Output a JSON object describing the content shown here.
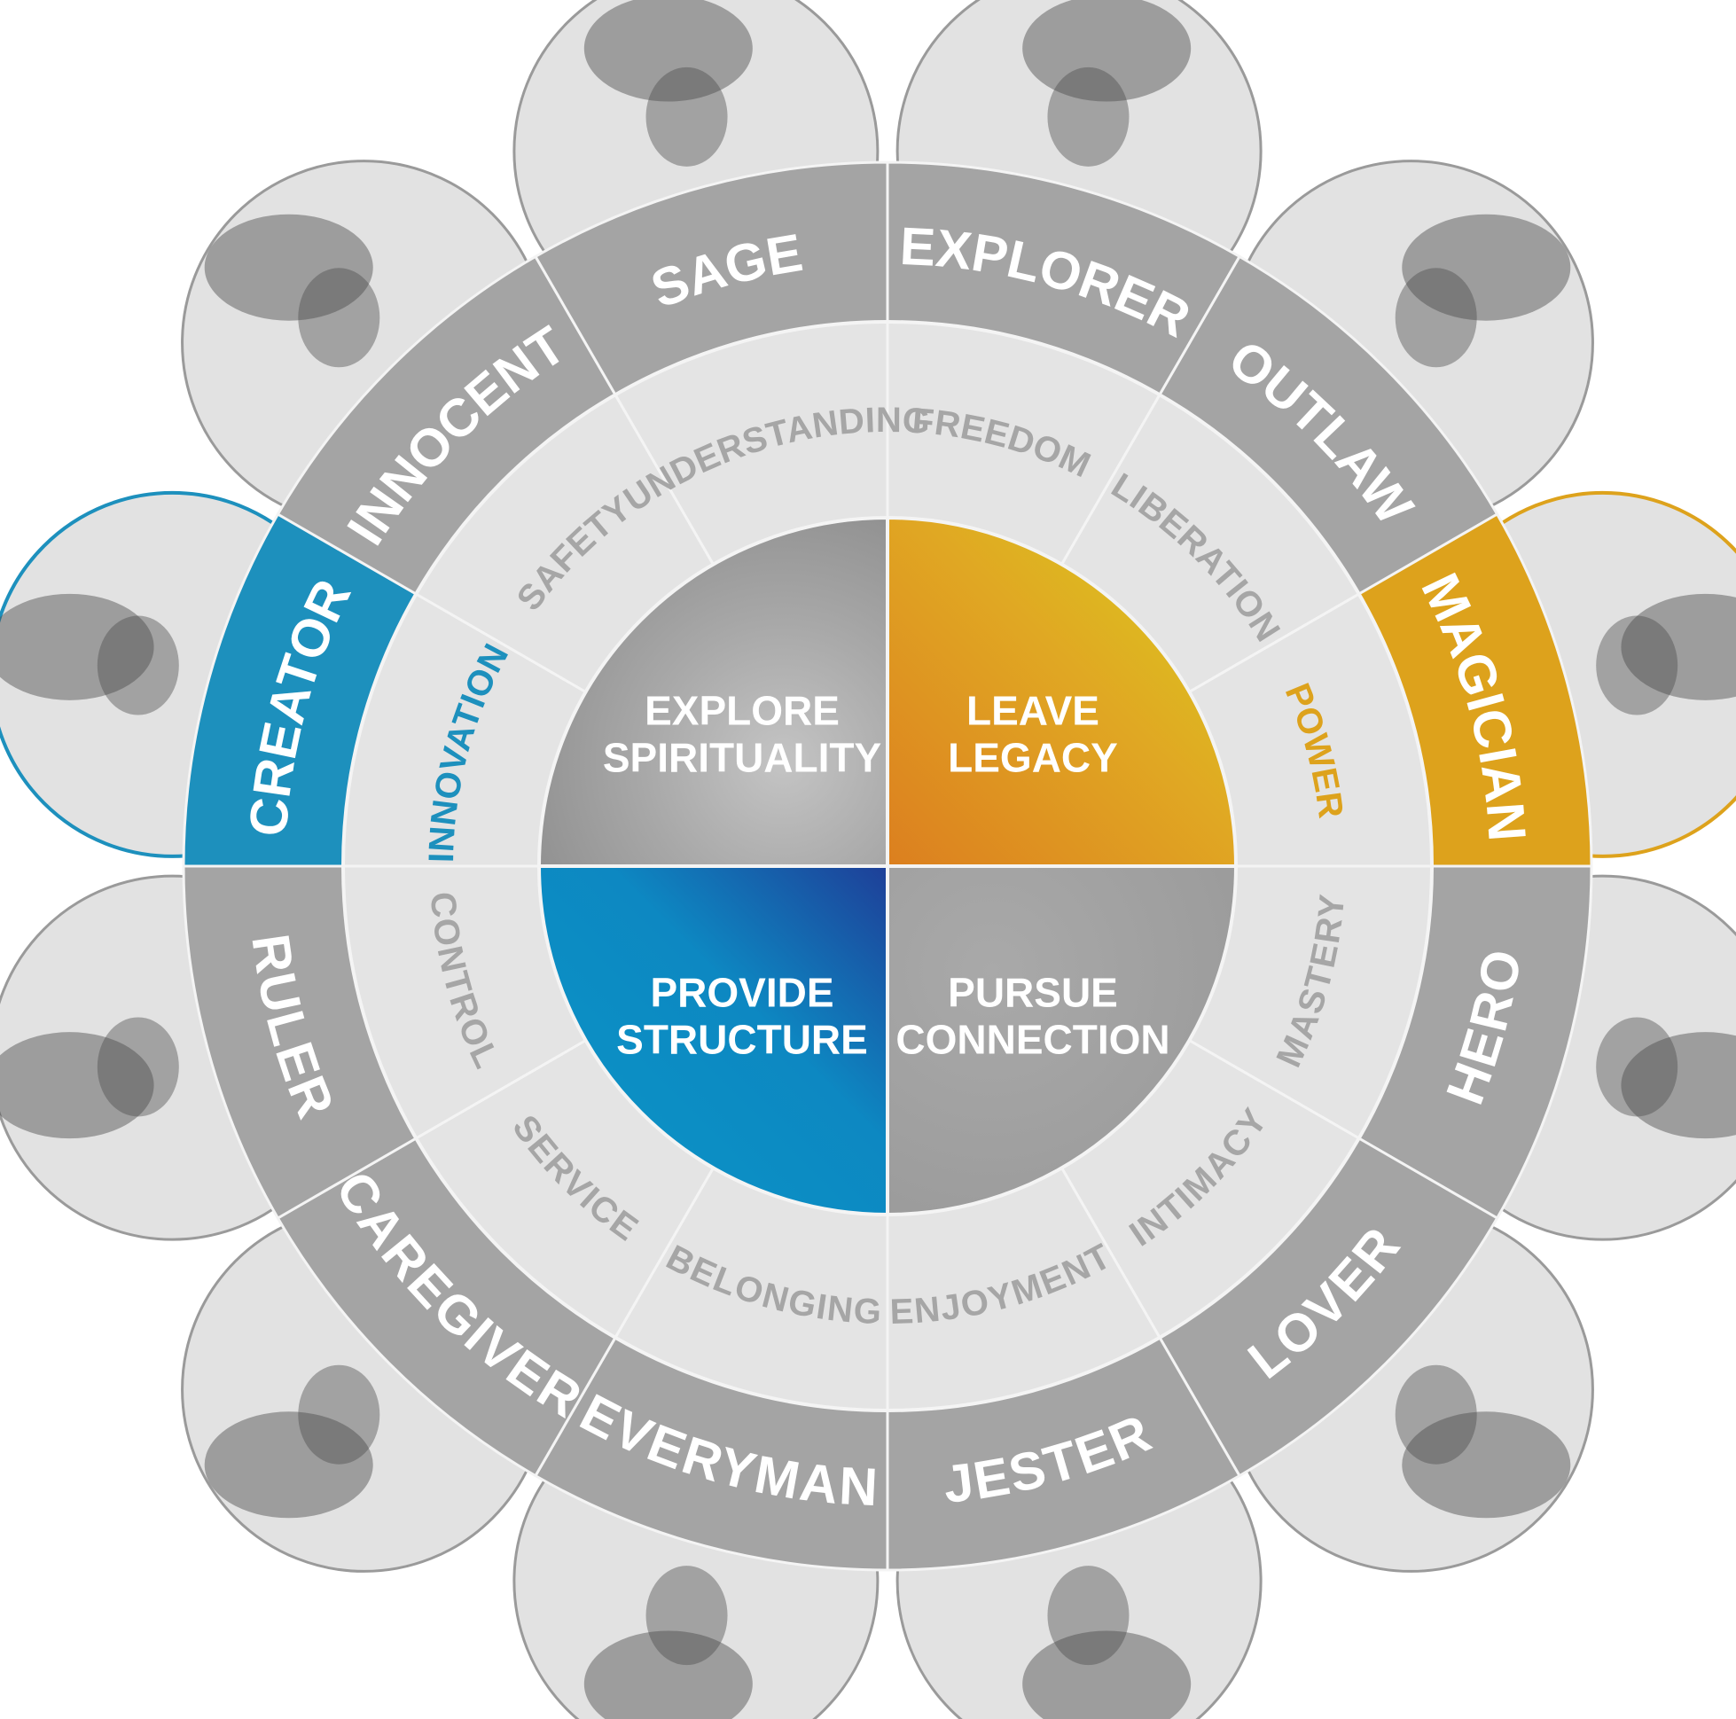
{
  "colors": {
    "outer_ring": "#a4a4a4",
    "middle_ring": "#e4e4e4",
    "divider": "#f4f4f4",
    "grey_center": "#9c9c9c",
    "photo_bg": "#e2e2e2",
    "photo_border": "#9a9a9a",
    "outer_text": "#ffffff",
    "middle_text": "#a6a6a6",
    "center_text": "#ffffff",
    "magician_gold": "#dda21c",
    "creator_blue": "#1d90bd"
  },
  "archetypes": [
    {
      "name": "EXPLORER",
      "value": "FREEDOM",
      "highlight": null,
      "icon": "explorer-portrait-icon"
    },
    {
      "name": "OUTLAW",
      "value": "LIBERATION",
      "highlight": null,
      "icon": "outlaw-portrait-icon"
    },
    {
      "name": "MAGICIAN",
      "value": "POWER",
      "highlight": "gold",
      "icon": "magician-portrait-icon"
    },
    {
      "name": "HERO",
      "value": "MASTERY",
      "highlight": null,
      "icon": "hero-portrait-icon"
    },
    {
      "name": "LOVER",
      "value": "INTIMACY",
      "highlight": null,
      "icon": "lover-portrait-icon"
    },
    {
      "name": "JESTER",
      "value": "ENJOYMENT",
      "highlight": null,
      "icon": "jester-portrait-icon"
    },
    {
      "name": "EVERYMAN",
      "value": "BELONGING",
      "highlight": null,
      "icon": "everyman-portrait-icon"
    },
    {
      "name": "CAREGIVER",
      "value": "SERVICE",
      "highlight": null,
      "icon": "caregiver-portrait-icon"
    },
    {
      "name": "RULER",
      "value": "CONTROL",
      "highlight": null,
      "icon": "ruler-portrait-icon"
    },
    {
      "name": "CREATOR",
      "value": "INNOVATION",
      "highlight": "blue",
      "icon": "creator-portrait-icon"
    },
    {
      "name": "INNOCENT",
      "value": "SAFETY",
      "highlight": null,
      "icon": "innocent-portrait-icon"
    },
    {
      "name": "SAGE",
      "value": "UNDERSTANDING",
      "highlight": null,
      "icon": "sage-portrait-icon"
    }
  ],
  "quadrants": [
    {
      "line1": "LEAVE",
      "line2": "LEGACY",
      "fill": "gold"
    },
    {
      "line1": "PURSUE",
      "line2": "CONNECTION",
      "fill": "grey"
    },
    {
      "line1": "PROVIDE",
      "line2": "STRUCTURE",
      "fill": "blue"
    },
    {
      "line1": "EXPLORE",
      "line2": "SPIRITUALITY",
      "fill": "grey"
    }
  ]
}
